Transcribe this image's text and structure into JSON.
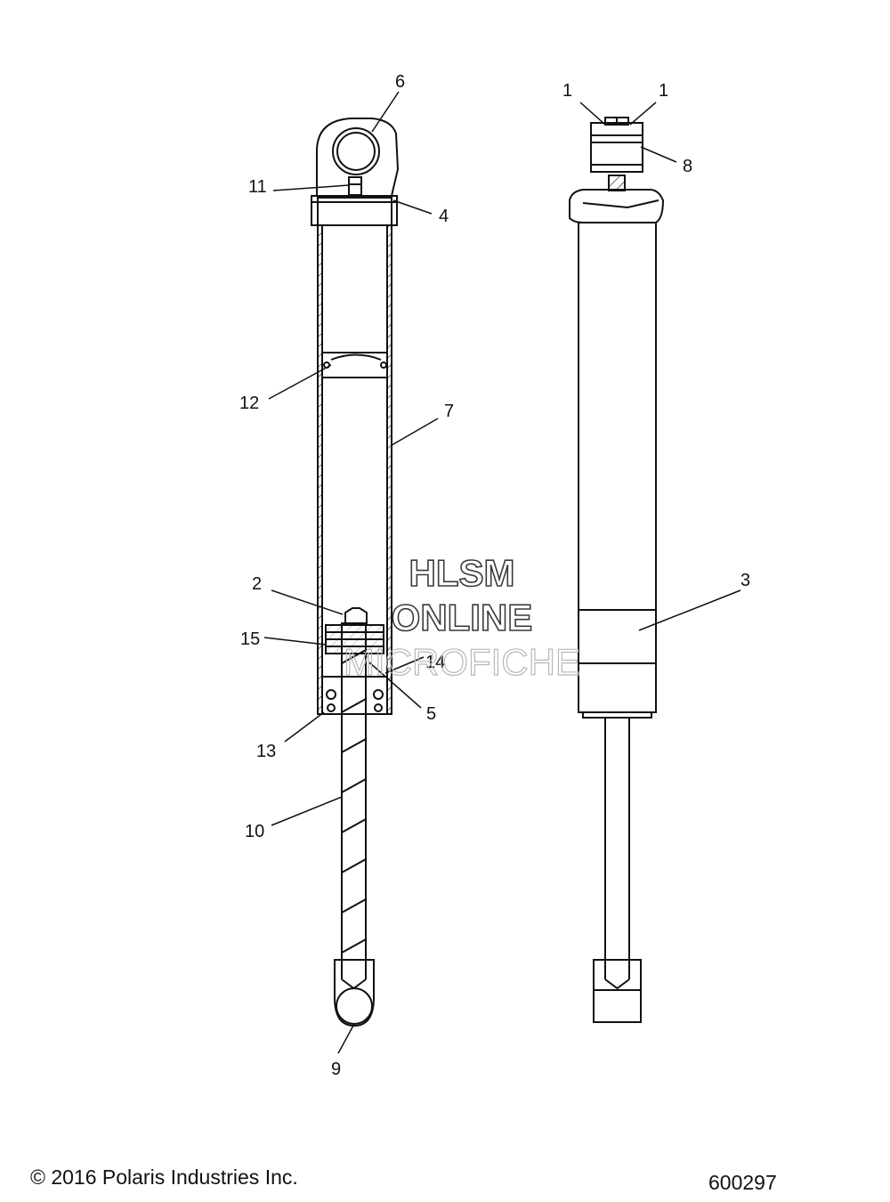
{
  "diagram": {
    "callouts": [
      {
        "id": "c1a",
        "text": "1"
      },
      {
        "id": "c1b",
        "text": "1"
      },
      {
        "id": "c2",
        "text": "2"
      },
      {
        "id": "c3",
        "text": "3"
      },
      {
        "id": "c4",
        "text": "4"
      },
      {
        "id": "c5",
        "text": "5"
      },
      {
        "id": "c6",
        "text": "6"
      },
      {
        "id": "c7",
        "text": "7"
      },
      {
        "id": "c8",
        "text": "8"
      },
      {
        "id": "c9",
        "text": "9"
      },
      {
        "id": "c10",
        "text": "10"
      },
      {
        "id": "c11",
        "text": "11"
      },
      {
        "id": "c12",
        "text": "12"
      },
      {
        "id": "c13",
        "text": "13"
      },
      {
        "id": "c14",
        "text": "14"
      },
      {
        "id": "c15",
        "text": "15"
      }
    ],
    "watermark": {
      "line1": "HLSM",
      "line2": "ONLINE",
      "line3": "MICROFICHE"
    }
  },
  "footer": {
    "copyright": "© 2016 Polaris Industries Inc.",
    "figure_id": "600297"
  }
}
